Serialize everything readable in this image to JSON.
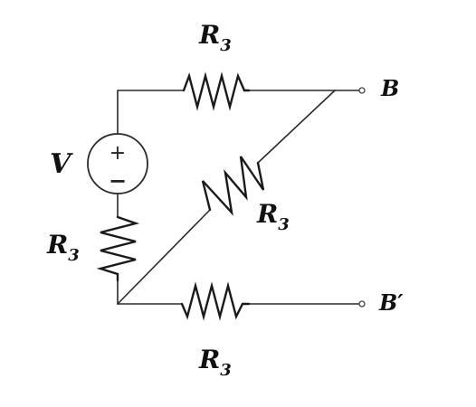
{
  "diagram": {
    "resistor_symbol": "R",
    "resistor_subscript": "3",
    "source_label": "V",
    "source_plus": "+",
    "source_minus": "−",
    "terminal_top": "B",
    "terminal_bottom": "B′"
  },
  "colors": {
    "wire": "#2a2a2a",
    "background": "#ffffff"
  }
}
